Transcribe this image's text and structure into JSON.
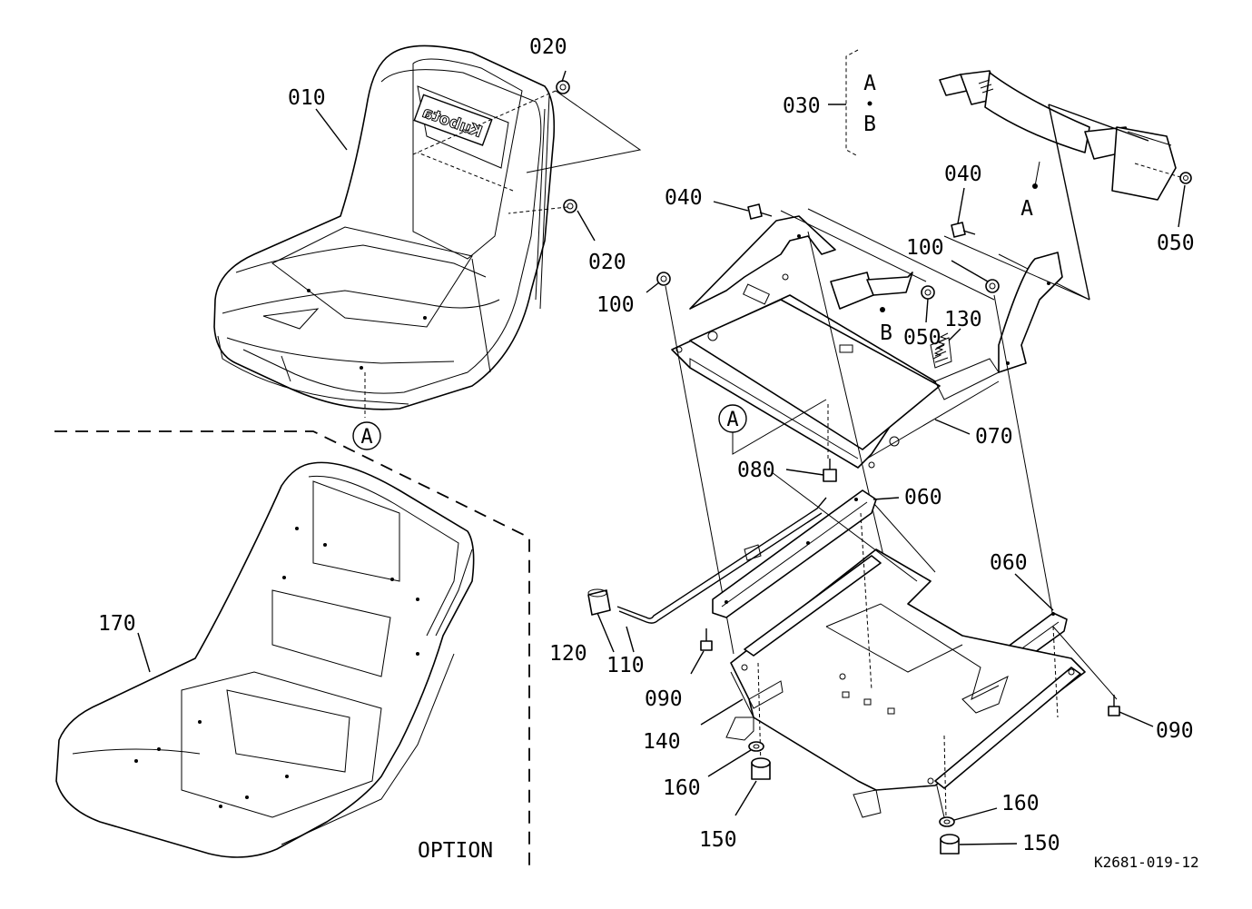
{
  "labels": {
    "p010": "010",
    "p020a": "020",
    "p020b": "020",
    "p030": "030",
    "p040a": "040",
    "p040b": "040",
    "p050a": "050",
    "p050b": "050",
    "p060a": "060",
    "p060b": "060",
    "p070": "070",
    "p080": "080",
    "p090a": "090",
    "p090b": "090",
    "p100a": "100",
    "p100b": "100",
    "p110": "110",
    "p120": "120",
    "p130": "130",
    "p140": "140",
    "p150a": "150",
    "p150b": "150",
    "p160a": "160",
    "p160b": "160",
    "p170": "170"
  },
  "refs": {
    "circle_a_seat": "A",
    "circle_a_frame": "A",
    "variant_a": "A",
    "variant_b": "B",
    "belt_a": "A",
    "buckle_b": "B"
  },
  "brand_logo_text": "Kubota",
  "option_label": "OPTION",
  "drawing_code": "K2681-019-12"
}
